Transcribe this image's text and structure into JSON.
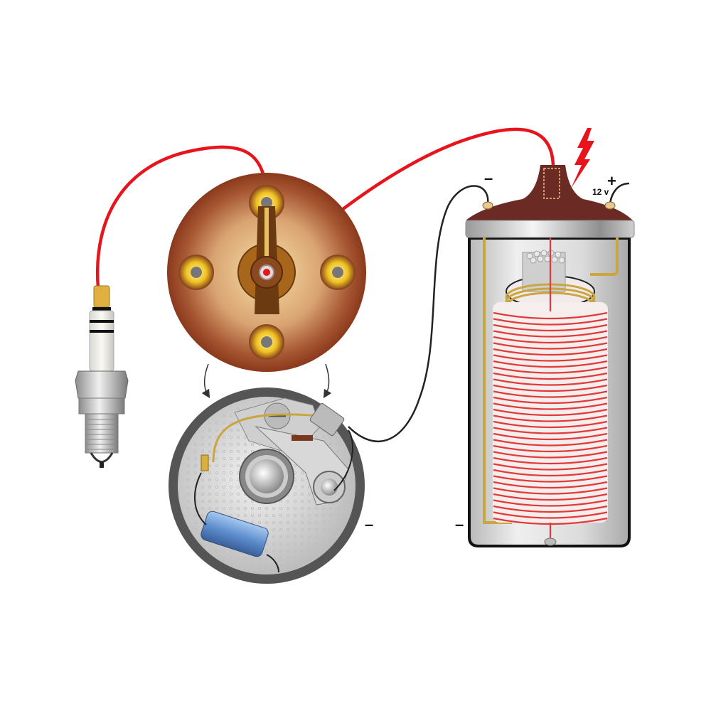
{
  "diagram": {
    "type": "ignition-system",
    "components": [
      {
        "id": "spark-plug",
        "name": "Spark plug"
      },
      {
        "id": "distributor-cap",
        "name": "Distributor cap with rotor"
      },
      {
        "id": "breaker-points",
        "name": "Distributor base with contact breaker points and condenser"
      },
      {
        "id": "ignition-coil",
        "name": "Ignition coil"
      }
    ],
    "labels": {
      "coil_positive": "+",
      "coil_voltage": "12 v",
      "coil_negative_top": "–",
      "points_ground": "–",
      "coil_ground": "–"
    },
    "colors": {
      "ht_lead": "#e8141b",
      "lt_wire": "#222222",
      "cap_outer": "#8a3a1c",
      "cap_inner": "#f3d79a",
      "coil_cap": "#6b2a24",
      "copper": "#c9a640",
      "coil_winding": "#e23a3a",
      "spark": "#e8141b",
      "condenser": "#6f9fd8"
    }
  }
}
